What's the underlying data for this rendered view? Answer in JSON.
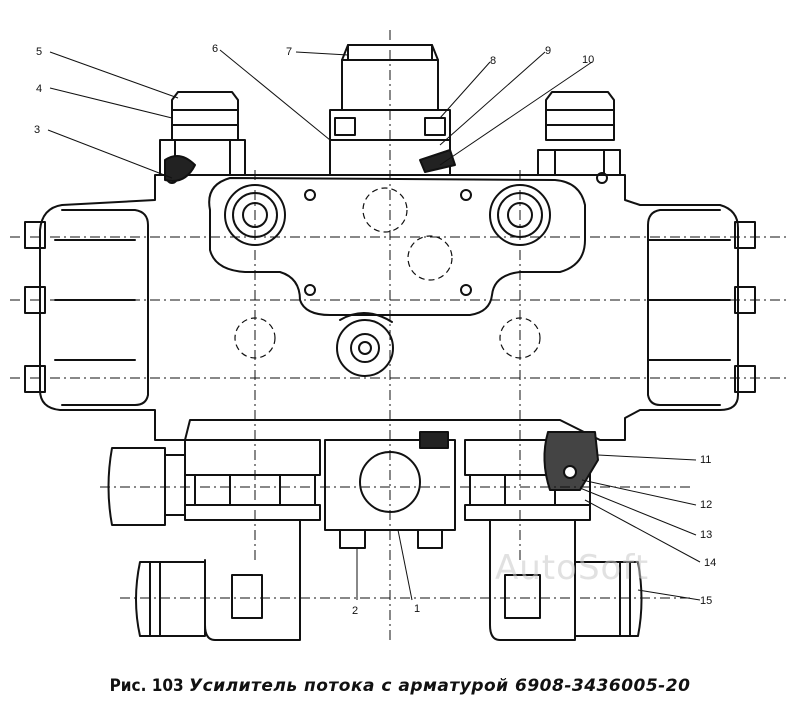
{
  "caption": {
    "figure_label": "Рис. 103",
    "title": "Усилитель потока с арматурой 6908-3436005-20"
  },
  "watermark": "AutoSoft",
  "callouts": [
    "1",
    "2",
    "3",
    "4",
    "5",
    "6",
    "7",
    "8",
    "9",
    "10",
    "11",
    "12",
    "13",
    "14",
    "15"
  ]
}
